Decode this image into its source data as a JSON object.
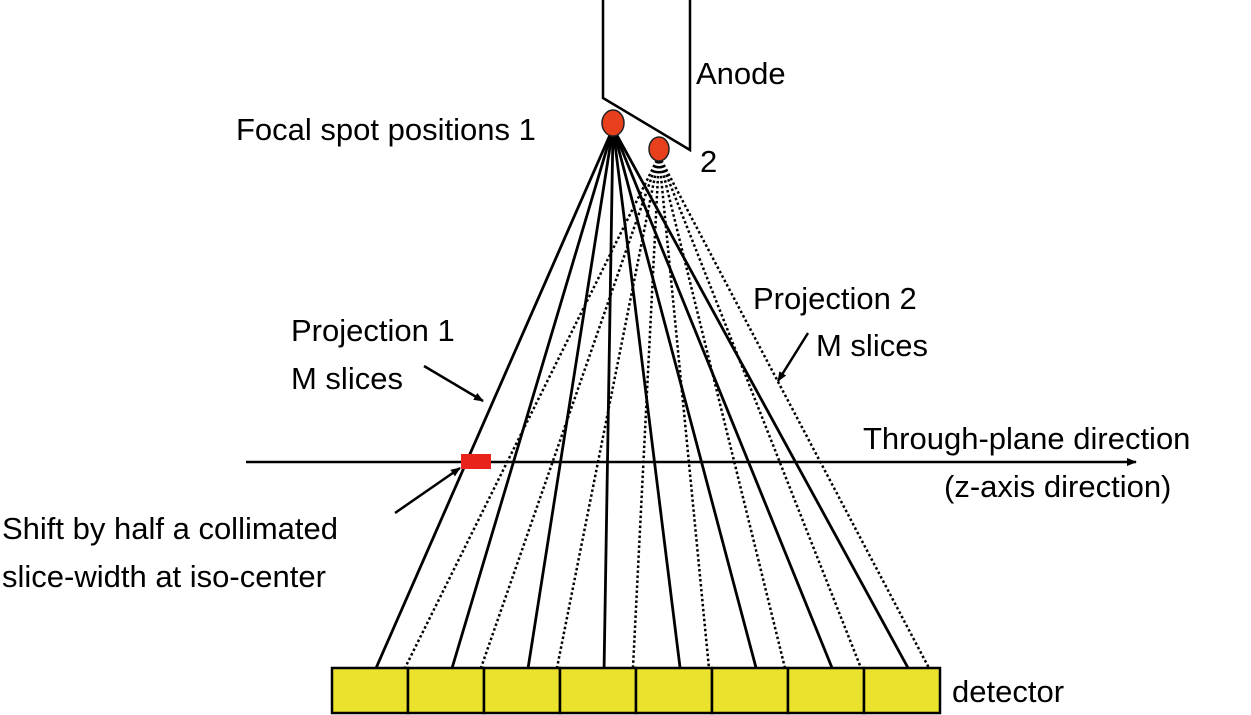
{
  "labels": {
    "anode": "Anode",
    "focal_spot": "Focal spot positions 1",
    "focal_spot_2": "2",
    "projection1_line1": "Projection 1",
    "projection1_line2": "M slices",
    "projection2_line1": "Projection 2",
    "projection2_line2": "M slices",
    "through_plane_line1": "Through-plane direction",
    "through_plane_line2": "(z-axis direction)",
    "shift_line1": "Shift by half a collimated",
    "shift_line2": "slice-width at iso-center",
    "detector": "detector"
  },
  "detector": {
    "element_count": 8
  },
  "colors": {
    "focal_spot": "#e8401c",
    "shift_marker": "#e8231c",
    "detector_fill": "#eae22c",
    "line": "#000000"
  }
}
